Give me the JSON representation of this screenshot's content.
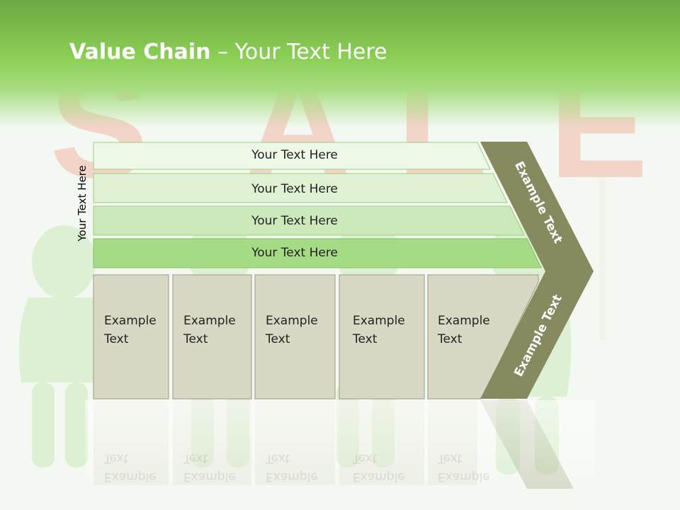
{
  "title": {
    "bold": "Value Chain",
    "rest": " – Your Text Here"
  },
  "vertical_label": "Your Text Here",
  "bars": [
    {
      "label": "Your Text Here"
    },
    {
      "label": "Your Text Here"
    },
    {
      "label": "Your Text Here"
    },
    {
      "label": "Your Text Here"
    }
  ],
  "boxes": [
    {
      "line1": "Example",
      "line2": "Text"
    },
    {
      "line1": "Example",
      "line2": "Text"
    },
    {
      "line1": "Example",
      "line2": "Text"
    },
    {
      "line1": "Example",
      "line2": "Text"
    },
    {
      "line1": "Example",
      "line2": "Text"
    }
  ],
  "chevron": {
    "upper": "Example Text",
    "lower": "Example Text"
  },
  "background_word": "SALE",
  "colors": {
    "header": "#7dbf4c",
    "bar1": "#eef8e6",
    "bar2": "#dff1d2",
    "bar3": "#cce9bb",
    "bar4": "#a6db86",
    "box": "#d8d8c4",
    "chevron": "#878a5e",
    "sale_letters": "#f2b7a8"
  }
}
